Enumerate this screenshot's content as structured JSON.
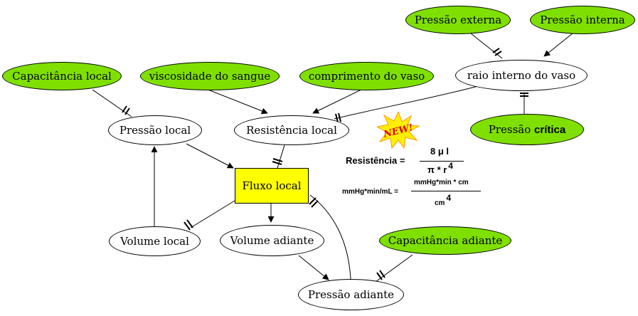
{
  "nodes": {
    "pressao_externa": "Pressão externa",
    "pressao_interna": "Pressão interna",
    "capacitancia_local": "Capacitância local",
    "viscosidade": "viscosidade do sangue",
    "comprimento": "comprimento do vaso",
    "raio": "raio interno do vaso",
    "pressao_critica_a": "Pressão",
    "pressao_critica_b": "crítica",
    "pressao_local": "Pressão local",
    "resistencia_local": "Resistência local",
    "fluxo_local": "Fluxo local",
    "volume_local": "Volume local",
    "volume_adiante": "Volume adiante",
    "capacitancia_adiante": "Capacitância adiante",
    "pressao_adiante": "Pressão adiante"
  },
  "badge": {
    "text": "NEW!"
  },
  "formula": {
    "label": "Resistência =",
    "numerator": "8 μ l",
    "denominator": "π * r",
    "denominator_exp": "4",
    "units_label": "mmHg*min/mL =",
    "units_numerator": "mmHg*min  * cm",
    "units_denominator": "cm",
    "units_denominator_exp": "4"
  },
  "colors": {
    "input_fill": "#7fe000",
    "flow_fill": "#ffff00",
    "stroke": "#000000"
  }
}
